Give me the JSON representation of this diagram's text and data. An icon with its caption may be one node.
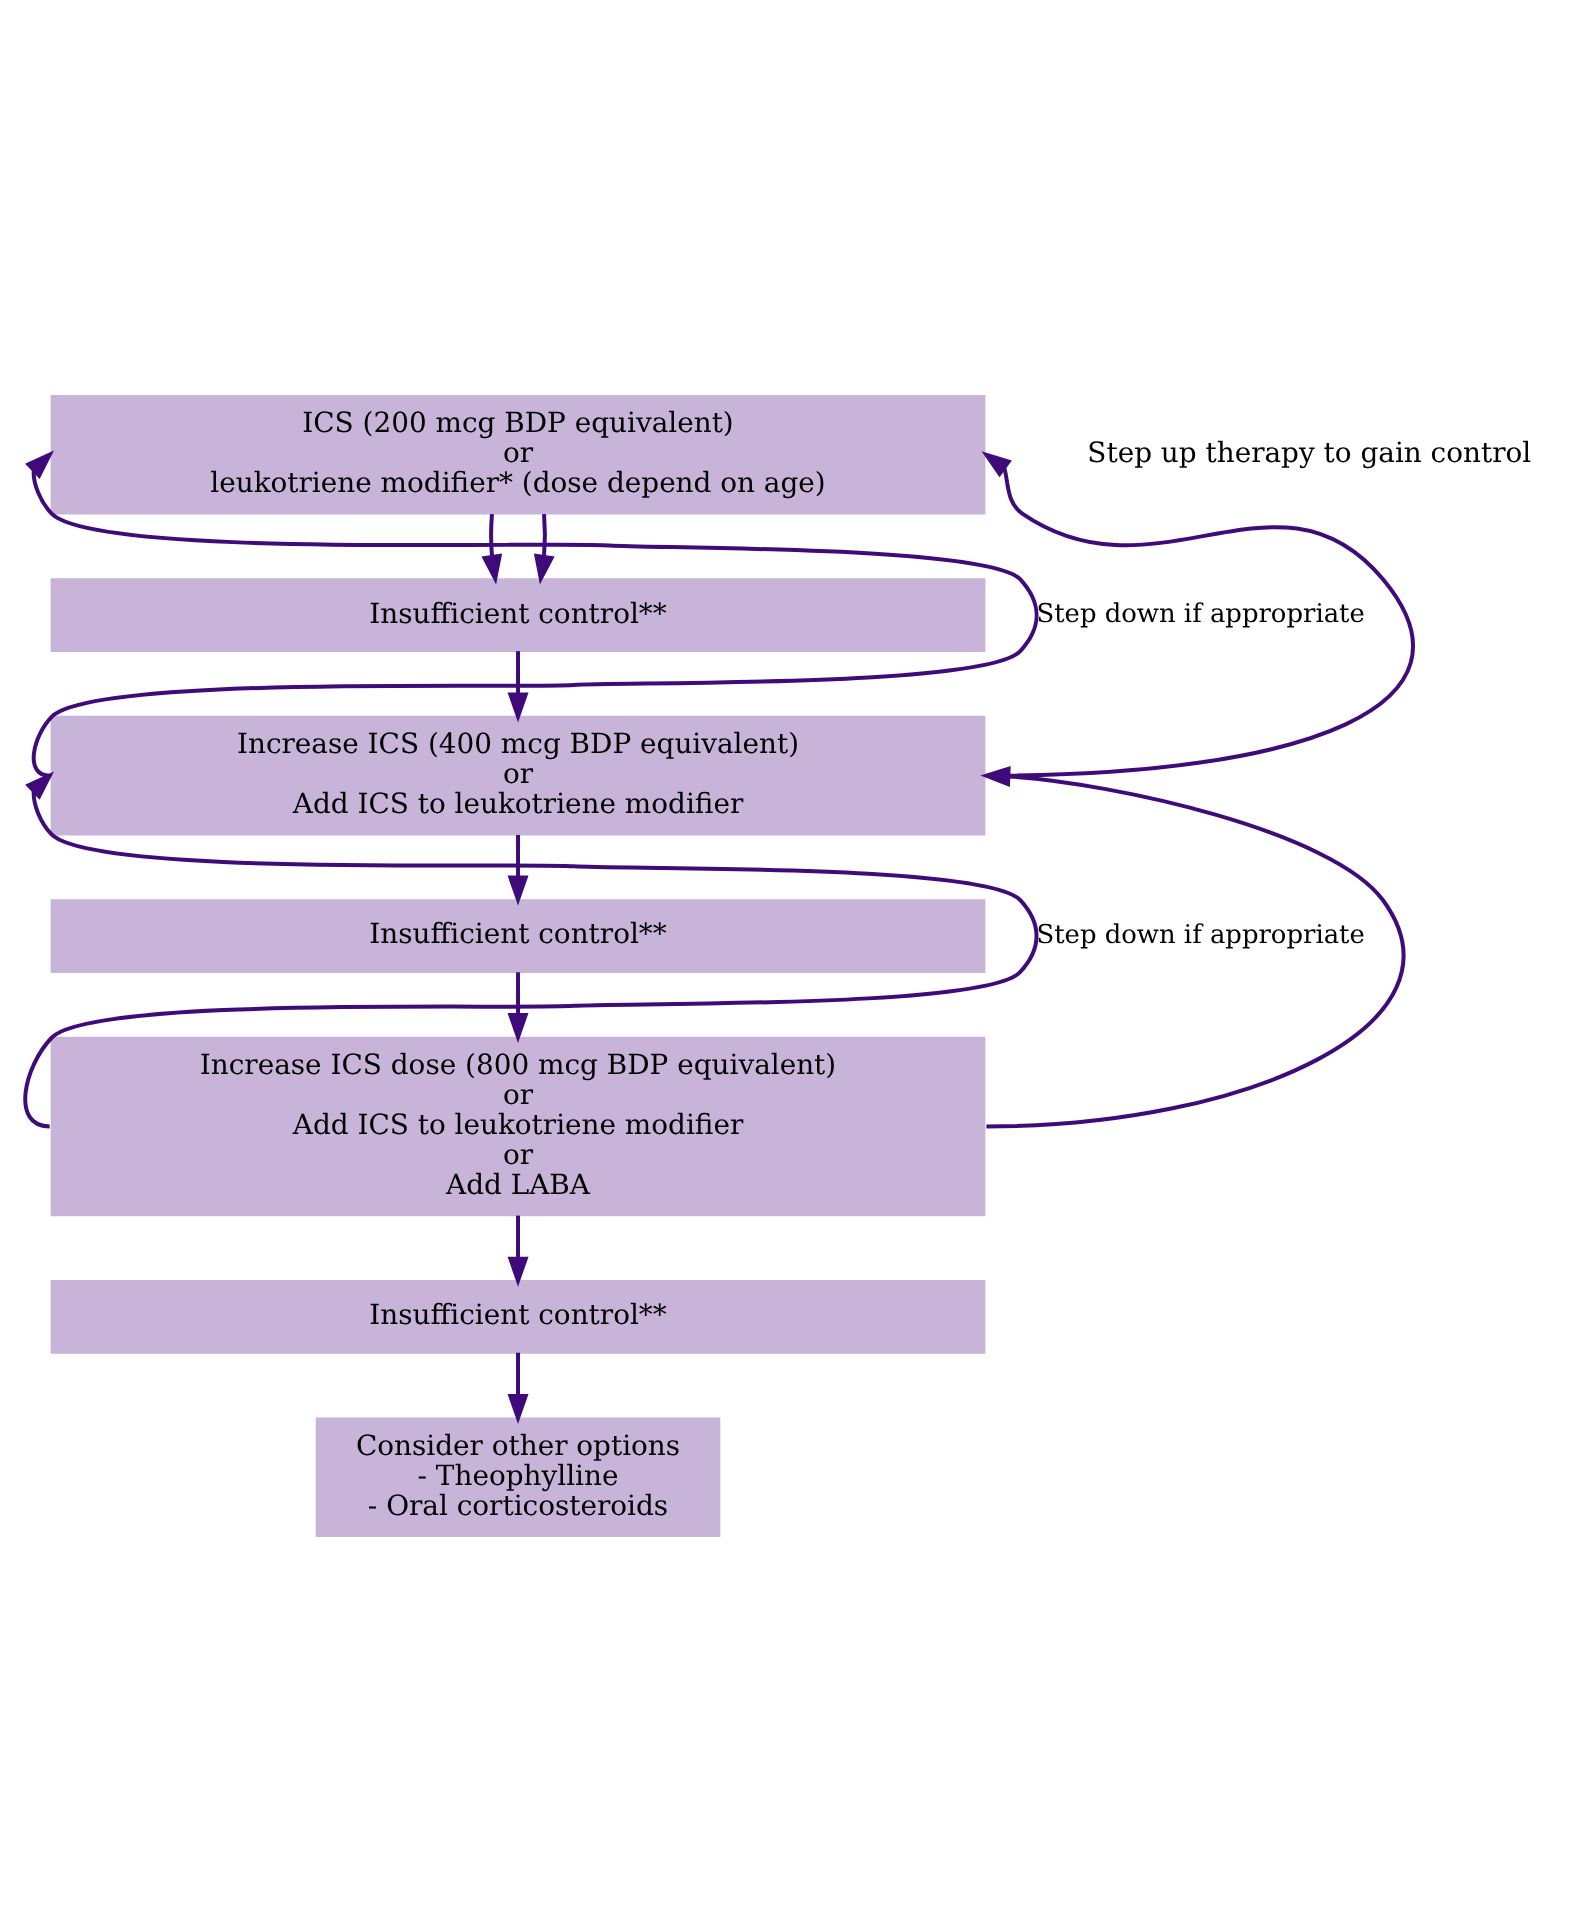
{
  "diagram": {
    "nodes": [
      {
        "text": [
          "ICS (200 mcg BDP equivalent)",
          "or",
          "leukotriene modifier* (dose depend on age)"
        ]
      },
      {
        "text": [
          "Insufficient control**"
        ]
      },
      {
        "text": [
          "Increase ICS (400 mcg BDP equivalent)",
          "or",
          "Add ICS to leukotriene modifier"
        ]
      },
      {
        "text": [
          "Insufficient control**"
        ]
      },
      {
        "text": [
          "Increase ICS dose (800 mcg BDP equivalent)",
          "or",
          "Add ICS to leukotriene modifier",
          "or",
          "Add LABA"
        ]
      },
      {
        "text": [
          "Insufficient control**"
        ]
      },
      {
        "text": [
          "Consider other options",
          "- Theophylline",
          "- Oral corticosteroids"
        ]
      }
    ],
    "edges": [
      {
        "from": 0,
        "to": 1,
        "arrow": "to"
      },
      {
        "from": 0,
        "to": 1,
        "arrow": "to"
      },
      {
        "from": 1,
        "to": 2,
        "arrow": "to"
      },
      {
        "from": 2,
        "to": 0,
        "arrow": "to",
        "label": "Step down if appropriate"
      },
      {
        "from": 2,
        "to": 0,
        "arrow": "to"
      },
      {
        "from": 2,
        "to": 3,
        "arrow": "to"
      },
      {
        "from": 3,
        "to": 4,
        "arrow": "to"
      },
      {
        "from": 4,
        "to": 2,
        "arrow": "to",
        "label": "Step down if appropriate"
      },
      {
        "from": 4,
        "to": 2,
        "arrow": "to"
      },
      {
        "from": 4,
        "to": 5,
        "arrow": "to"
      },
      {
        "from": 5,
        "to": 6,
        "arrow": "to"
      }
    ],
    "labels": [
      "Step up therapy to gain control"
    ]
  }
}
